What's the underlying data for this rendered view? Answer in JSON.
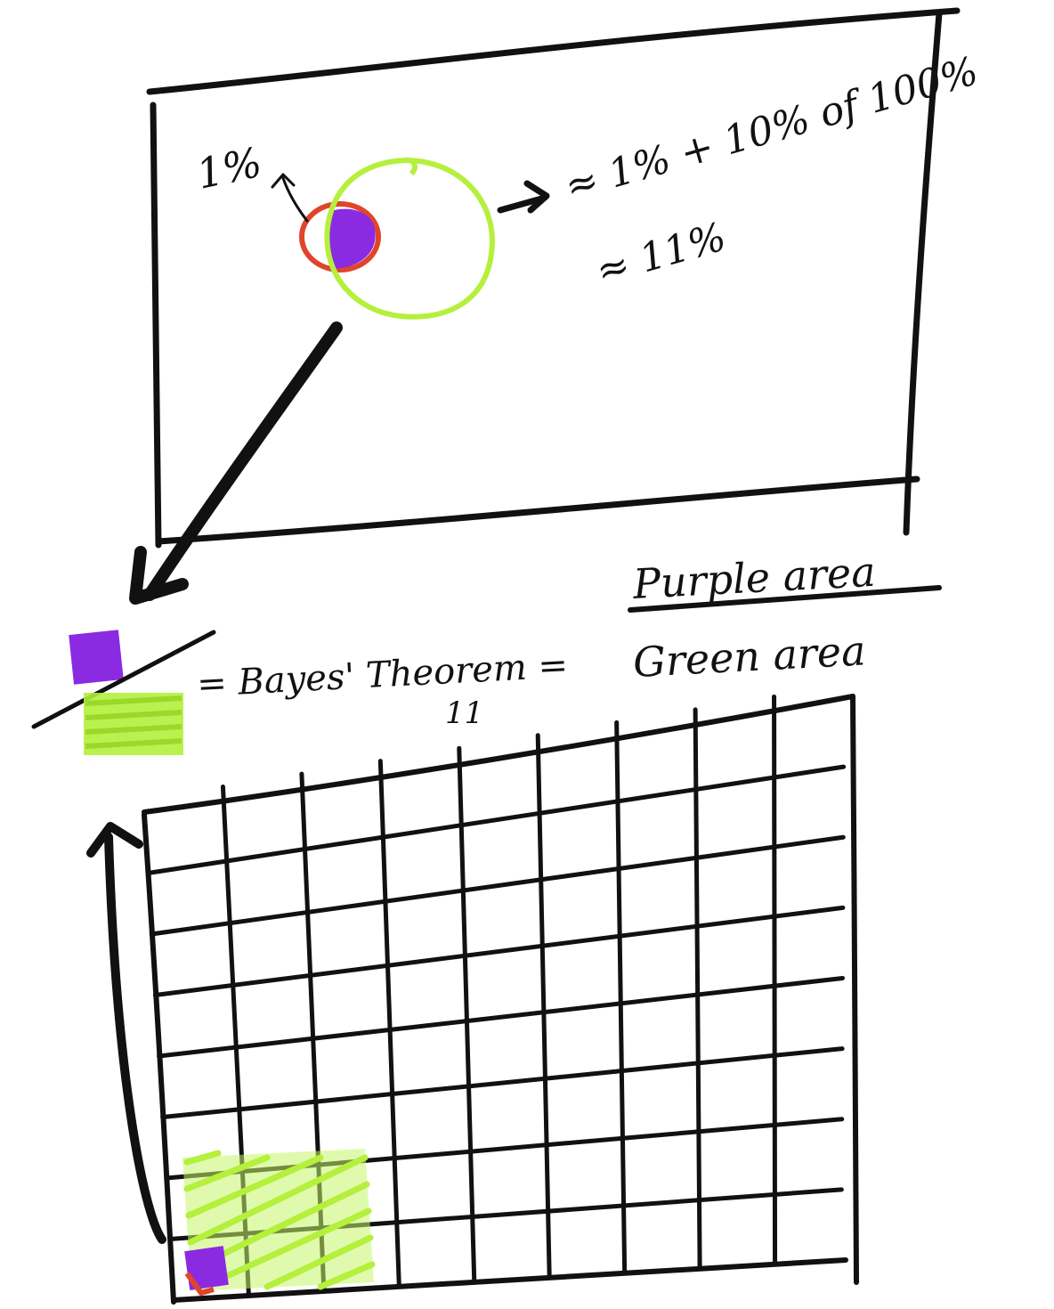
{
  "colors": {
    "ink": "#111111",
    "green": "#b4f03c",
    "purple": "#8a2be2",
    "red": "#e0452b"
  },
  "top_panel": {
    "small_label": "1%",
    "estimate_line1": "≈ 1% + 10% of 100%",
    "estimate_line2": "≈ 11%"
  },
  "formula": {
    "equals_bayes": "= Bayes' Theorem =",
    "numerator": "Purple area",
    "denominator": "Green area",
    "tick_mark": "11"
  },
  "grid": {
    "columns": 9,
    "rows": 8
  }
}
